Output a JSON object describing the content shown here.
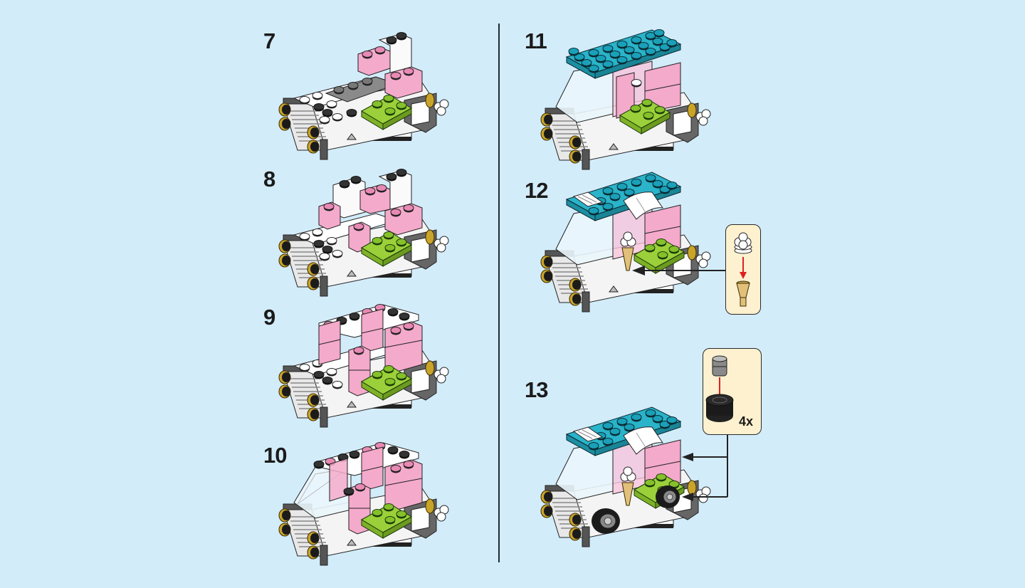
{
  "page": {
    "background": "#d3ecfa",
    "divider_color": "#1f2a30"
  },
  "steps": [
    {
      "number": "7",
      "description": "Base with pink bricks and transparent window panel added"
    },
    {
      "number": "8",
      "description": "Additional pink and white bricks added on top"
    },
    {
      "number": "9",
      "description": "Pink brick walls built up"
    },
    {
      "number": "10",
      "description": "Transparent windshield added at front"
    },
    {
      "number": "11",
      "description": "Blue 4x6 roof plate added"
    },
    {
      "number": "12",
      "description": "Grille tile, white curved awning and ice cream cone added"
    },
    {
      "number": "13",
      "description": "Four wheels attached"
    }
  ],
  "callouts": {
    "step12": {
      "parts": [
        "ice-cream-scoop",
        "cone"
      ],
      "description": "Attach ice cream scoop to cone"
    },
    "step13": {
      "parts": [
        "wheel-rim",
        "tire"
      ],
      "count": "4x",
      "description": "Push rim into tire"
    }
  },
  "colors": {
    "pink": "#f4aacb",
    "lime": "#9bd03a",
    "azure": "#2ab3c9",
    "white": "#ffffff",
    "dark_gray": "#5d5d5d",
    "black": "#1b1b1b",
    "gold": "#c9a42a",
    "callout_bg": "#fdf1cf",
    "arrow_red": "#e02020"
  }
}
